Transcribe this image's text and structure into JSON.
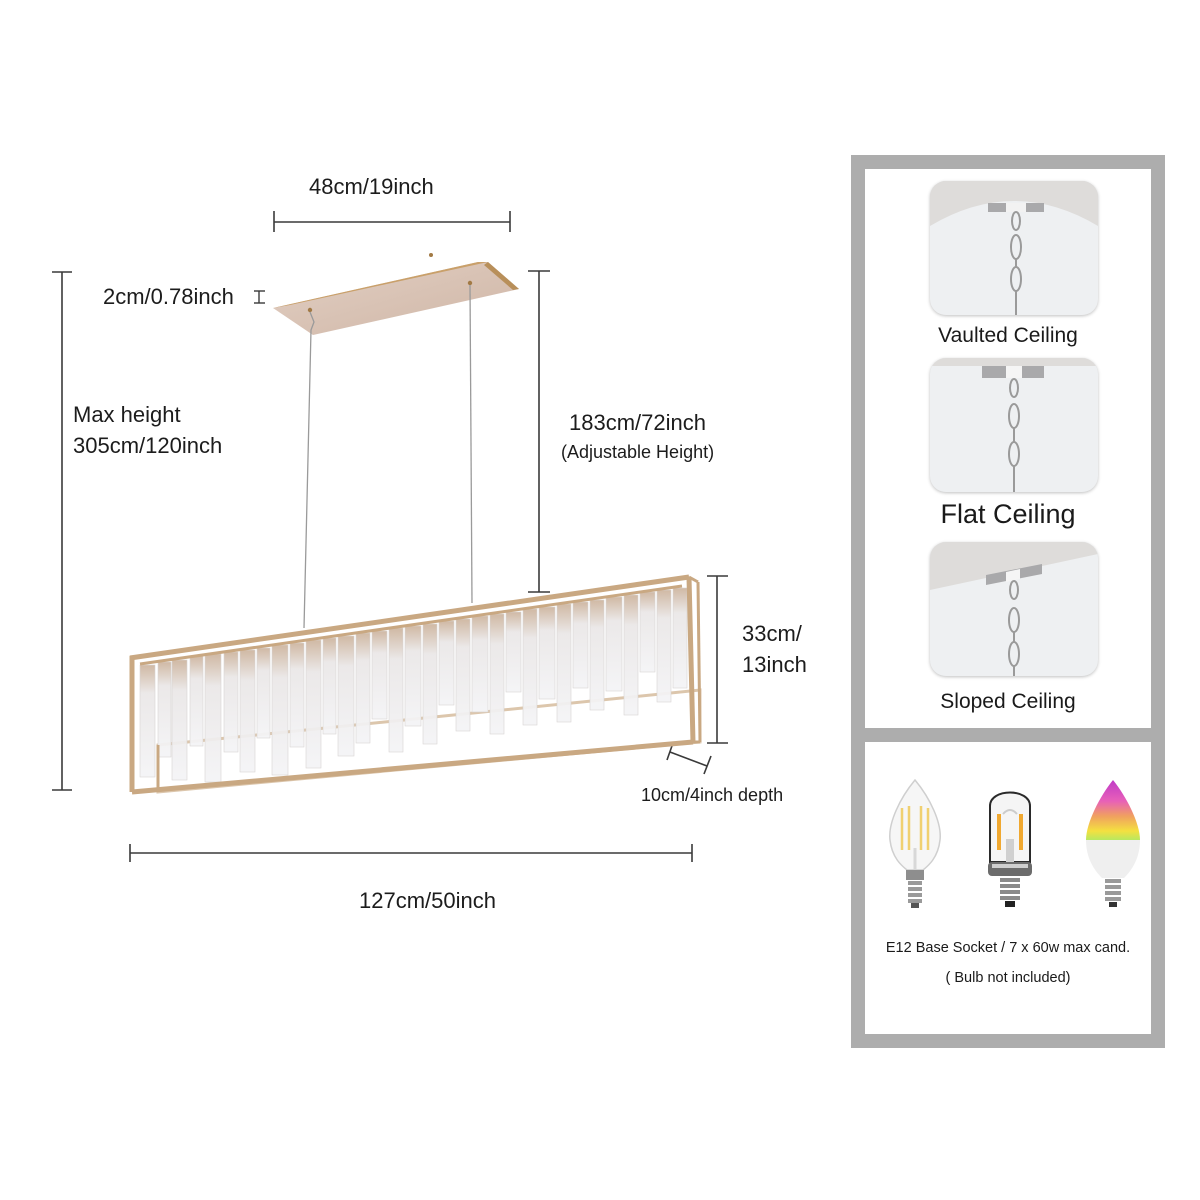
{
  "diagram": {
    "subject": "Linear rectangular crystal chandelier with gold frame",
    "dimensions": {
      "canopy_width": "48cm/19inch",
      "canopy_thickness": "2cm/0.78inch",
      "max_height_label": "Max height",
      "max_height_value": "305cm/120inch",
      "adjustable_value": "183cm/72inch",
      "adjustable_note": "(Adjustable Height)",
      "body_height_line1": "33cm/",
      "body_height_line2": "13inch",
      "depth": "10cm/4inch depth",
      "length": "127cm/50inch"
    },
    "ceiling_panel": {
      "items": [
        {
          "label": "Vaulted Ceiling",
          "icon": "vaulted-ceiling-chain-icon"
        },
        {
          "label": "Flat Ceiling",
          "icon": "flat-ceiling-chain-icon"
        },
        {
          "label": "Sloped Ceiling",
          "icon": "sloped-ceiling-chain-icon"
        }
      ]
    },
    "bulb_panel": {
      "bulbs": [
        {
          "type": "candle filament bulb",
          "icon": "candle-filament-bulb-icon"
        },
        {
          "type": "tubular filament bulb",
          "icon": "tubular-filament-bulb-icon"
        },
        {
          "type": "RGB smart candle bulb",
          "icon": "rgb-smart-bulb-icon"
        }
      ],
      "spec": "E12 Base Socket / 7 x 60w max cand.",
      "note": "( Bulb not included)"
    },
    "colors": {
      "frame_gold": "#c9a882",
      "canopy_top": "#c9a06a",
      "canopy_face": "#d9c3b5",
      "dimension_line": "#333333",
      "panel_border": "#adadad",
      "card_bg": "#eceef0"
    }
  }
}
